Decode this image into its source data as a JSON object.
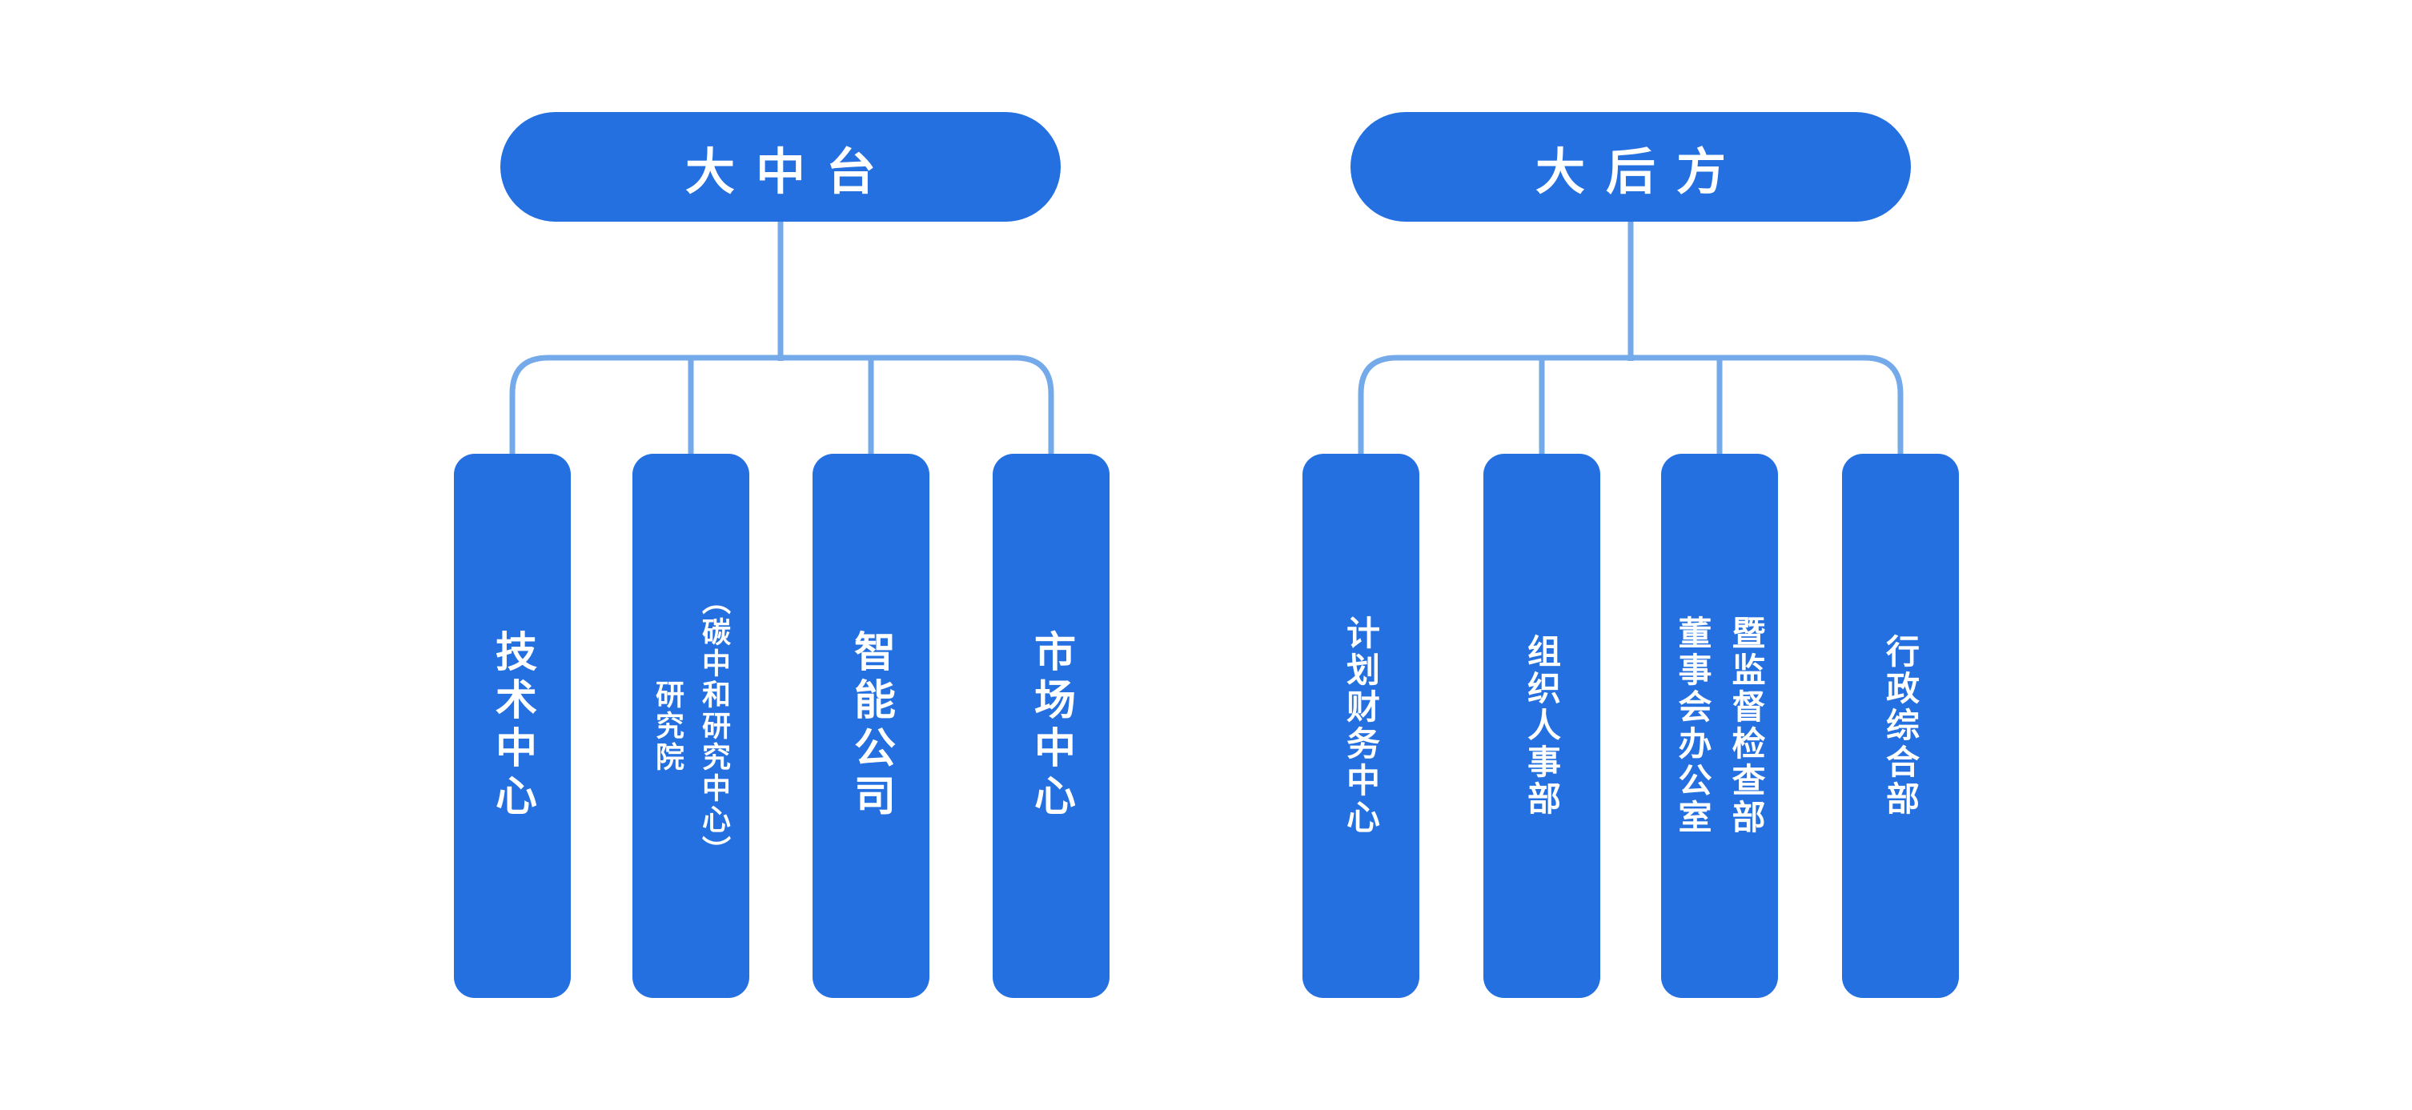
{
  "colors": {
    "background": "#FFFFFF",
    "node_fill": "#2470E0",
    "connector": "#74A9EA",
    "node_text": "#FFFFFF"
  },
  "trees": [
    {
      "parent": {
        "label": "大中台"
      },
      "children": [
        {
          "label": "技术中心",
          "lines": [
            "技术中心"
          ]
        },
        {
          "label": "研究院（碳中和研究中心）",
          "lines": [
            "研究院",
            "（碳中和研究中心）"
          ]
        },
        {
          "label": "智能公司",
          "lines": [
            "智能公司"
          ]
        },
        {
          "label": "市场中心",
          "lines": [
            "市场中心"
          ]
        }
      ]
    },
    {
      "parent": {
        "label": "大后方"
      },
      "children": [
        {
          "label": "计划财务中心",
          "lines": [
            "计划财务中心"
          ]
        },
        {
          "label": "组织人事部",
          "lines": [
            "组织人事部"
          ]
        },
        {
          "label": "董事会办公室暨监督检查部",
          "lines": [
            "董事会办公室",
            "暨监督检查部"
          ]
        },
        {
          "label": "行政综合部",
          "lines": [
            "行政综合部"
          ]
        }
      ]
    }
  ]
}
